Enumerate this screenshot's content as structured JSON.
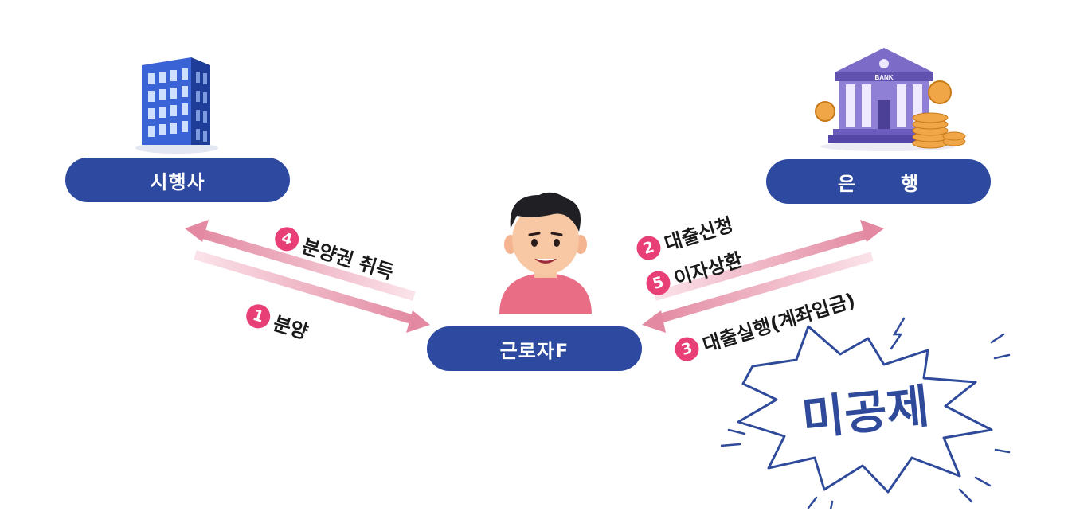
{
  "nodes": {
    "developer": "시행사",
    "bank": "은      행",
    "worker": "근로자F",
    "bank_sign": "BANK"
  },
  "steps": [
    {
      "num": "1",
      "text": "분양"
    },
    {
      "num": "2",
      "text": "대출신청"
    },
    {
      "num": "3",
      "text": "대출실행(계좌입금)"
    },
    {
      "num": "4",
      "text": "분양권 취득"
    },
    {
      "num": "5",
      "text": "이자상환"
    }
  ],
  "stamp": "미공제",
  "colors": {
    "node": "#2e4aa0",
    "step": "#e83f77",
    "arrow": "#e59aae"
  }
}
